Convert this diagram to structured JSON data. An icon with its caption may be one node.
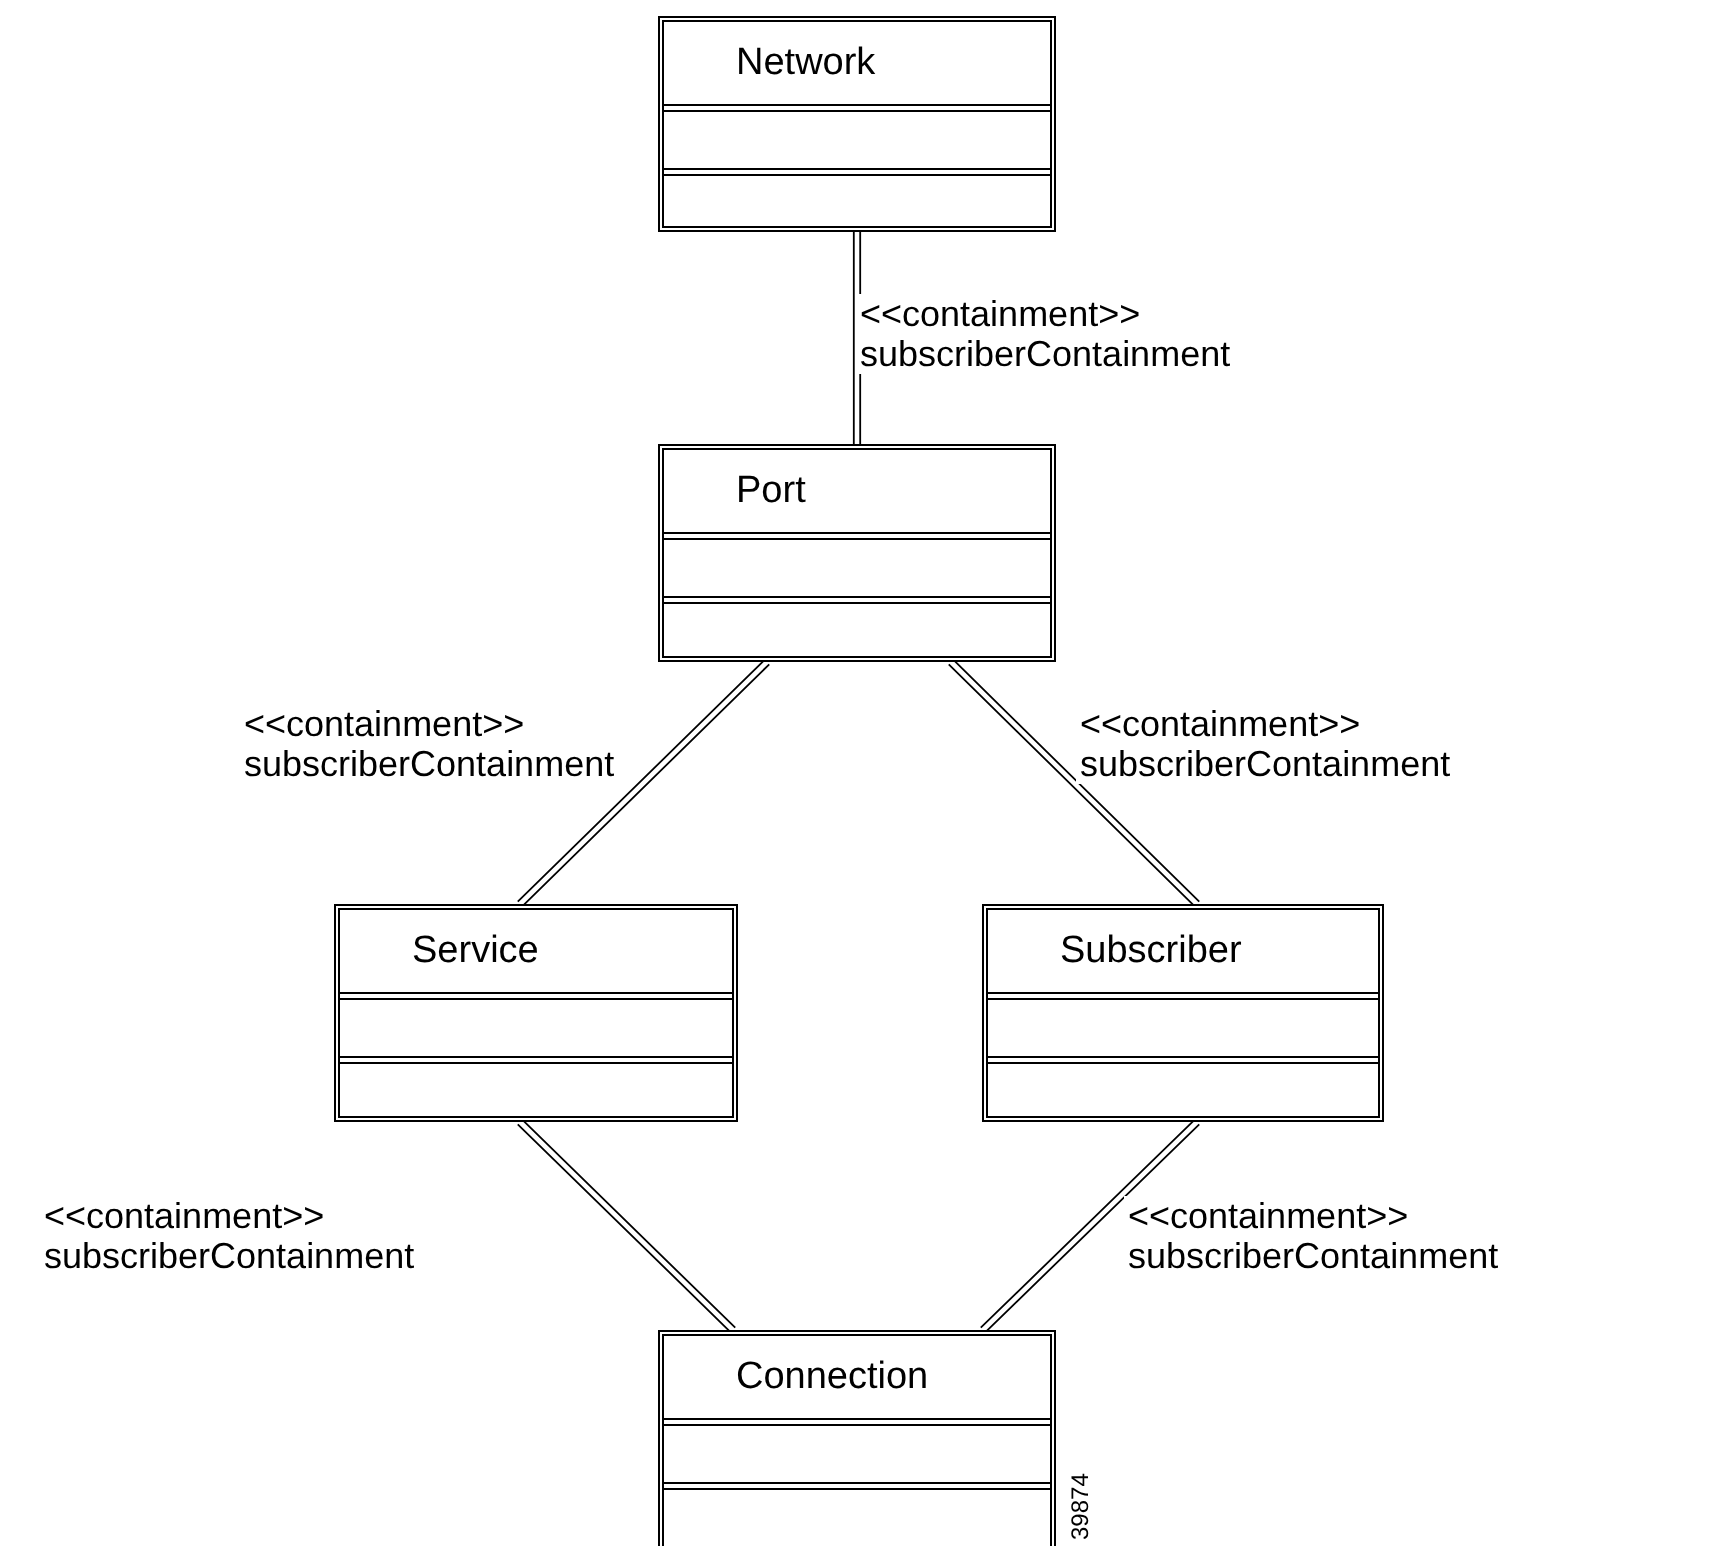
{
  "diagram": {
    "nodes": [
      {
        "text": [
          "Network"
        ]
      },
      {
        "text": [
          "Port"
        ]
      },
      {
        "text": [
          "Service"
        ]
      },
      {
        "text": [
          "Subscriber"
        ]
      },
      {
        "text": [
          "Connection"
        ]
      }
    ],
    "edges": [
      {
        "from": 0,
        "to": 1,
        "arrow": "none",
        "label": "<<containment>> subscriberContainment"
      },
      {
        "from": 1,
        "to": 2,
        "arrow": "none",
        "label": "<<containment>> subscriberContainment"
      },
      {
        "from": 1,
        "to": 3,
        "arrow": "none",
        "label": "<<containment>> subscriberContainment"
      },
      {
        "from": 2,
        "to": 4,
        "arrow": "none",
        "label": "<<containment>> subscriberContainment"
      },
      {
        "from": 3,
        "to": 4,
        "arrow": "none",
        "label": "<<containment>> subscriberContainment"
      }
    ],
    "labels": [
      "39874"
    ]
  }
}
